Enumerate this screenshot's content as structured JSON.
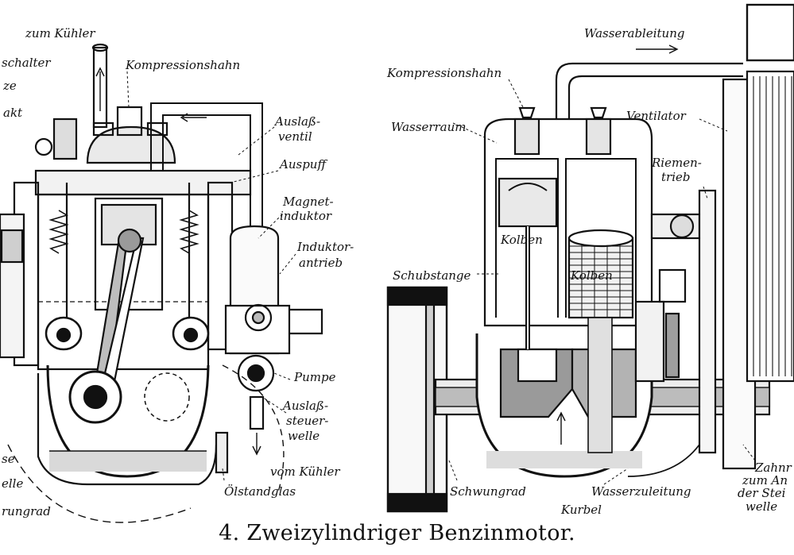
{
  "caption": "4. Zweizylindriger Benzinmotor.",
  "left_view": {
    "labels": {
      "zum_kuehler": "zum Kühler",
      "schalter": "schalter",
      "ze": "ze",
      "akt": "akt",
      "kompressionshahn": "Kompressionshahn",
      "auslassventil_1": "Auslaß-",
      "auslassventil_2": "ventil",
      "auspuff": "Auspuff",
      "magnetinduktor_1": "Magnet-",
      "magnetinduktor_2": "induktor",
      "induktorantrieb_1": "Induktor-",
      "induktorantrieb_2": "antrieb",
      "pumpe": "Pumpe",
      "auslasssteuerwelle_1": "Auslaß-",
      "auslasssteuerwelle_2": "steuer-",
      "auslasssteuerwelle_3": "welle",
      "vom_kuehler": "vom Kühler",
      "oelstandglas": "Ölstandglas",
      "se": "se",
      "elle": "elle",
      "rungrad": "rungrad"
    }
  },
  "right_view": {
    "labels": {
      "wasserableitung": "Wasserableitung",
      "kompressionshahn": "Kompressionshahn",
      "wasserraum": "Wasserraum",
      "ventilator": "Ventilator",
      "riementrieb_1": "Riemen-",
      "riementrieb_2": "trieb",
      "kolben_1": "Kolben",
      "kolben_2": "Kolben",
      "schubstange": "Schubstange",
      "schwungrad": "Schwungrad",
      "wasserzuleitung": "Wasserzuleitung",
      "kurbel": "Kurbel",
      "zahnrad_1": "Zahnr",
      "zahnrad_2": "zum An",
      "zahnrad_3": "der Stei",
      "zahnrad_4": "welle"
    }
  }
}
